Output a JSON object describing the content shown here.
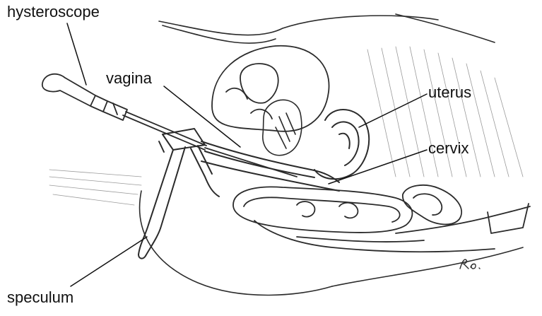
{
  "labels": {
    "hysteroscope": "hysteroscope",
    "vagina": "vagina",
    "uterus": "uterus",
    "cervix": "cervix",
    "speculum": "speculum"
  },
  "colors": {
    "ink": "#111111",
    "sketch": "#2b2b2b",
    "shade": "#9a9a9a",
    "background": "#ffffff"
  }
}
